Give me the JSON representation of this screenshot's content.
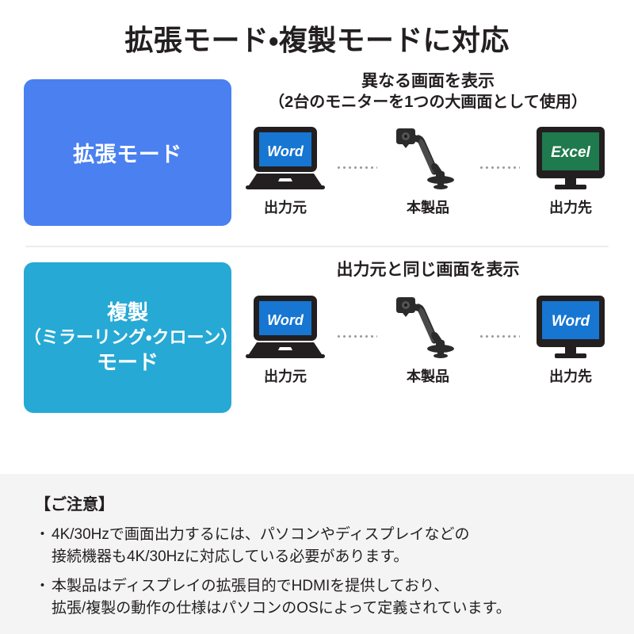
{
  "title": "拡張モード・複製モードに対応",
  "sections": [
    {
      "badge": {
        "label": "拡張モード",
        "color": "#4a80f0"
      },
      "caption_main": "異なる画面を表示",
      "caption_sub": "（2台のモニターを1つの大画面として使用）",
      "flow": {
        "source": {
          "device": "laptop",
          "screen_text": "Word",
          "screen_color": "#1676d2",
          "label": "出力元"
        },
        "middle": {
          "device": "monitor-arm",
          "label": "本製品"
        },
        "target": {
          "device": "monitor",
          "screen_text": "Excel",
          "screen_color": "#1f7a4d",
          "label": "出力先"
        }
      }
    },
    {
      "badge": {
        "label_line1": "複製",
        "label_line2": "（ミラーリング・クローン）",
        "label_line3": "モード",
        "color": "#26a9d4"
      },
      "caption_main": "出力元と同じ画面を表示",
      "caption_sub": "",
      "flow": {
        "source": {
          "device": "laptop",
          "screen_text": "Word",
          "screen_color": "#1676d2",
          "label": "出力元"
        },
        "middle": {
          "device": "monitor-arm",
          "label": "本製品"
        },
        "target": {
          "device": "monitor",
          "screen_text": "Word",
          "screen_color": "#1676d2",
          "label": "出力先"
        }
      }
    }
  ],
  "notice": {
    "title": "【ご注意】",
    "bullet": "・",
    "items": [
      {
        "line1": "4K/30Hzで画面出力するには、パソコンやディスプレイなどの",
        "line2": "接続機器も4K/30Hzに対応している必要があります。"
      },
      {
        "line1": "本製品はディスプレイの拡張目的でHDMIを提供しており、",
        "line2": "拡張/複製の動作の仕様はパソコンのOSによって定義されています。"
      }
    ]
  }
}
